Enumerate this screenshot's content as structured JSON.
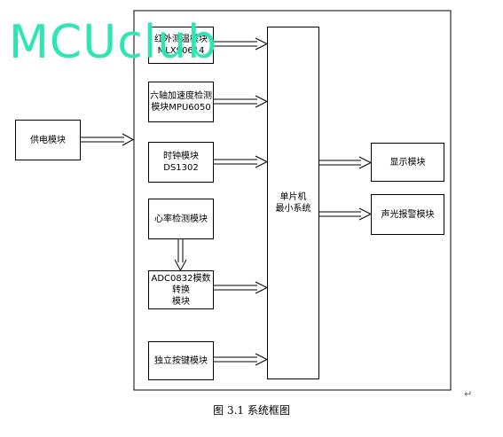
{
  "blocks": {
    "temp": "红外测温模块\nMLX90614",
    "accel": "六轴加速度检测\n模块MPU6050",
    "power": "供电模块",
    "clock": "时钟模块DS1302",
    "heart": "心率检测模块",
    "adc": "ADC0832模数转换\n模块",
    "keys": "独立按键模块",
    "mcu": "单片机\n最小系统",
    "display": "显示模块",
    "alarm": "声光报警模块"
  },
  "watermark": "MCUclub",
  "caption": "图 3.1 系统框图",
  "para_mark": "↵"
}
